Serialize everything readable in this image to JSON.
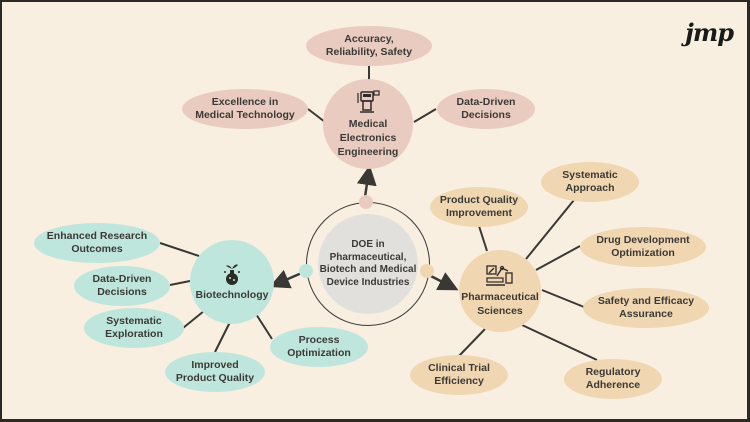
{
  "center": {
    "label": "DOE in\nPharmaceutical,\nBiotech and Medical\nDevice Industries"
  },
  "logo": {
    "text": "jmp"
  },
  "colors": {
    "background": "#f8efe1",
    "medical": "#e9cbbf",
    "biotech": "#bfe6dd",
    "pharma": "#f0d6b1",
    "center": "#e2e0dd",
    "line": "#3a3834"
  },
  "medical": {
    "hub": {
      "label": "Medical\nElectronics\nEngineering",
      "icon": "medical-device-icon"
    },
    "items": [
      {
        "label": "Accuracy,\nReliability, Safety"
      },
      {
        "label": "Excellence in\nMedical Technology"
      },
      {
        "label": "Data-Driven\nDecisions"
      }
    ]
  },
  "biotech": {
    "hub": {
      "label": "Biotechnology",
      "icon": "flask-plant-icon"
    },
    "items": [
      {
        "label": "Enhanced Research\nOutcomes"
      },
      {
        "label": "Data-Driven\nDecisions"
      },
      {
        "label": "Systematic\nExploration"
      },
      {
        "label": "Improved\nProduct Quality"
      },
      {
        "label": "Process\nOptimization"
      }
    ]
  },
  "pharma": {
    "hub": {
      "label": "Pharmaceutical\nSciences",
      "icon": "pharma-lab-icon"
    },
    "items": [
      {
        "label": "Product Quality\nImprovement"
      },
      {
        "label": "Systematic\nApproach"
      },
      {
        "label": "Drug Development\nOptimization"
      },
      {
        "label": "Safety and Efficacy\nAssurance"
      },
      {
        "label": "Regulatory\nAdherence"
      },
      {
        "label": "Clinical Trial\nEfficiency"
      }
    ]
  }
}
